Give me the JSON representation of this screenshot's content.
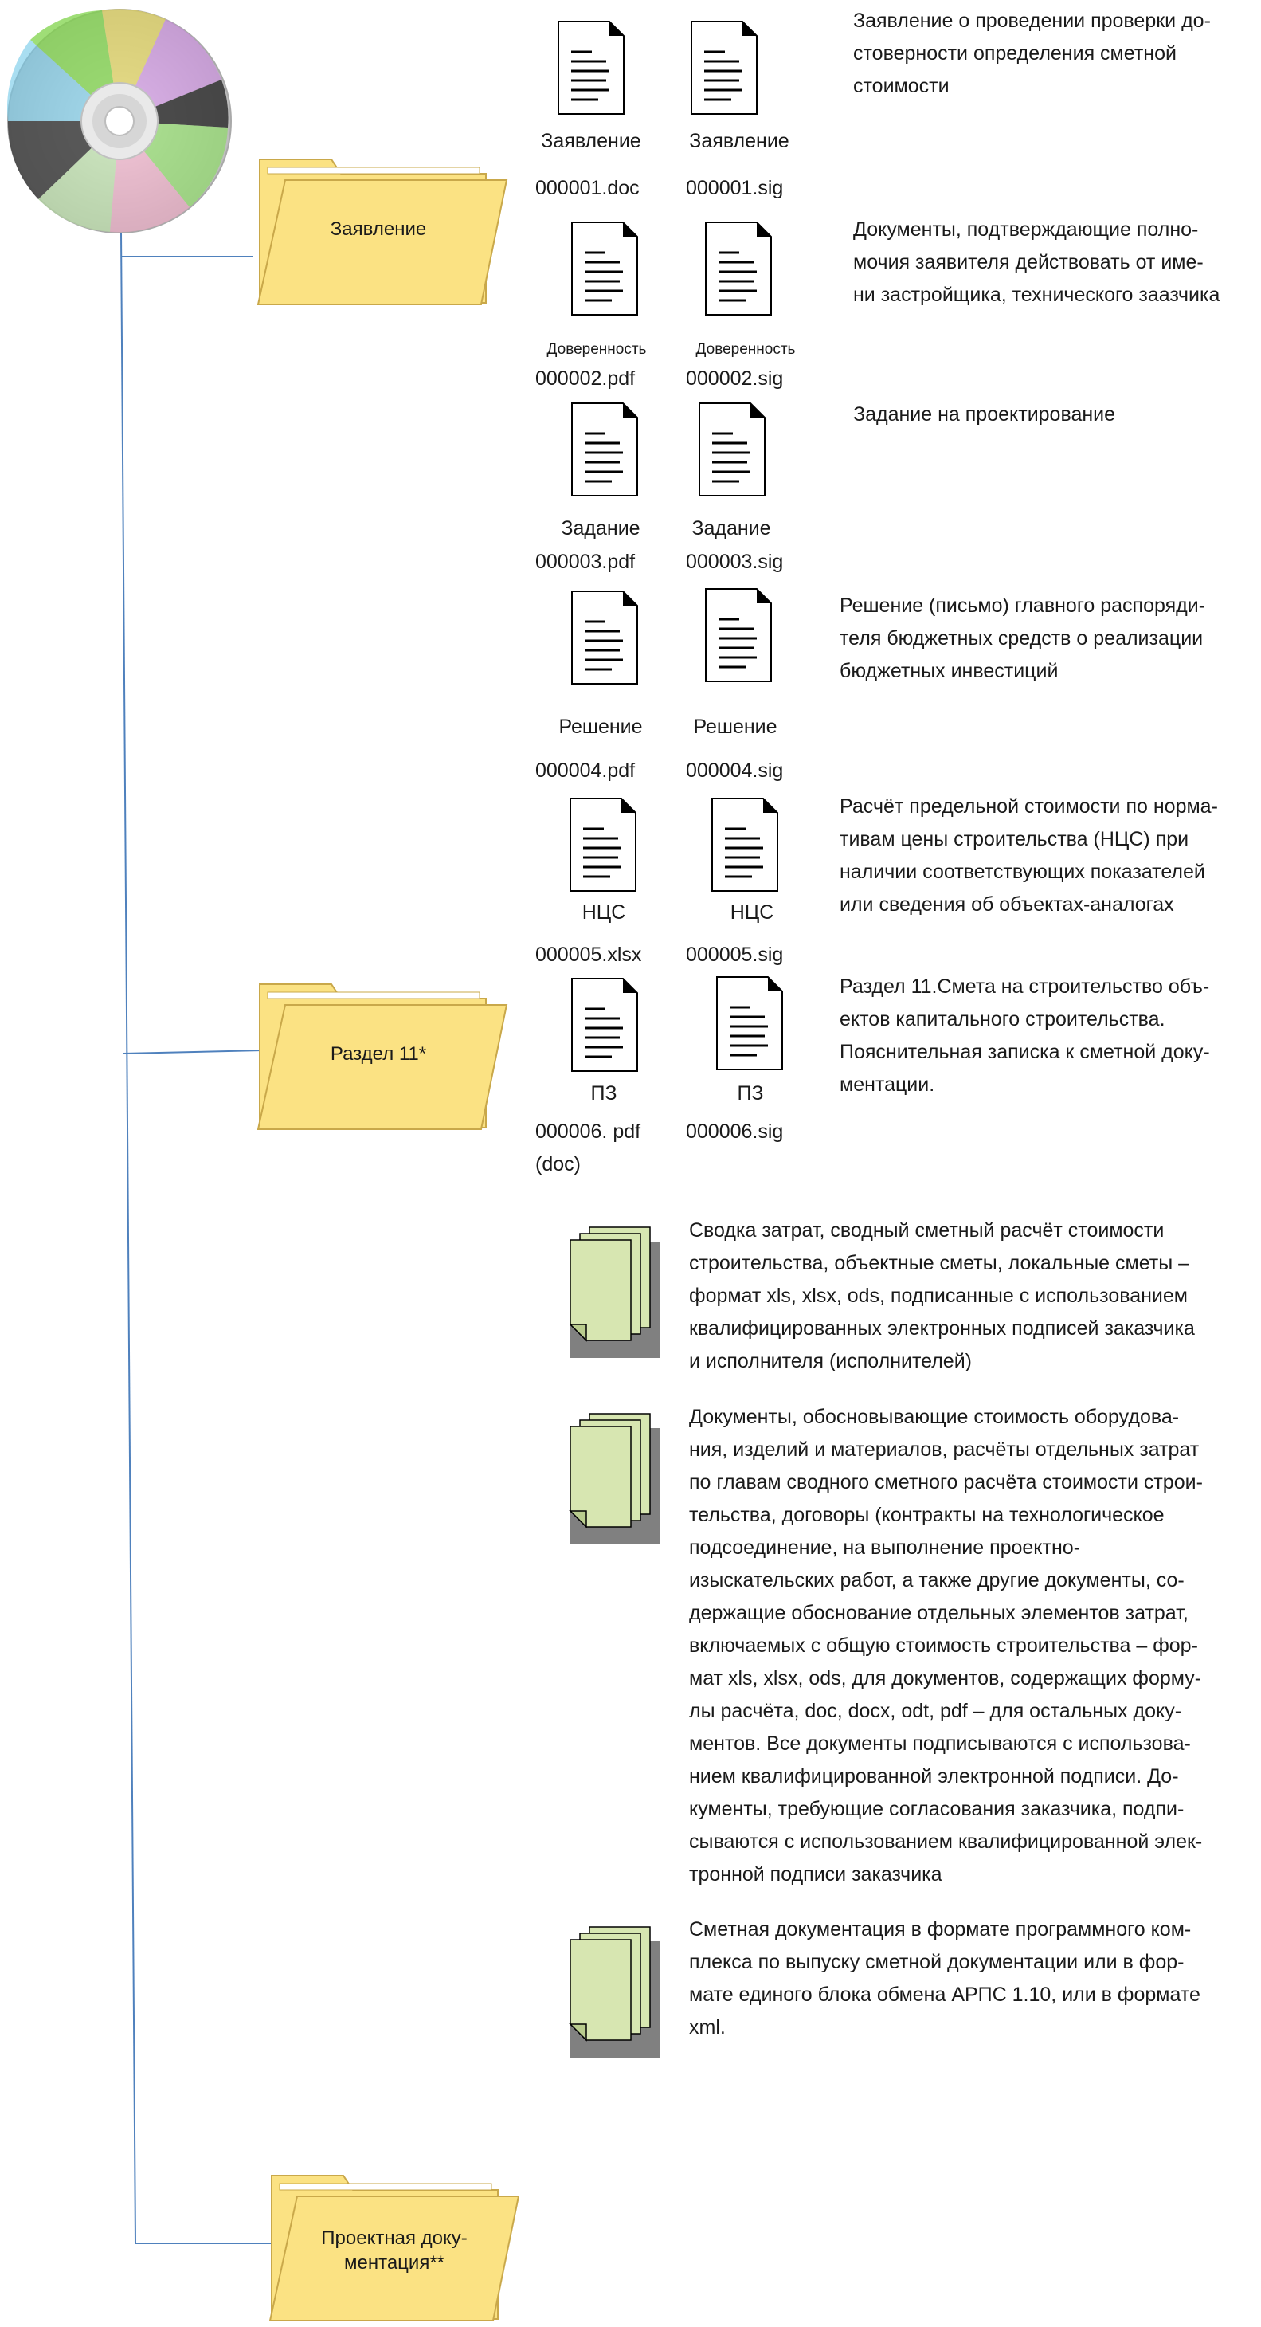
{
  "folders": [
    {
      "label": "Заявление"
    },
    {
      "label": "Раздел 11*"
    },
    {
      "label": "Проектная доку-\nментация**"
    }
  ],
  "files": [
    {
      "name": "Заявление",
      "file": "000001.doc"
    },
    {
      "name": "Заявление",
      "file": "000001.sig"
    },
    {
      "name": "Доверенность",
      "file": "000002.pdf"
    },
    {
      "name": "Доверенность",
      "file": "000002.sig"
    },
    {
      "name": "Задание",
      "file": "000003.pdf"
    },
    {
      "name": "Задание",
      "file": "000003.sig"
    },
    {
      "name": "Решение",
      "file": "000004.pdf"
    },
    {
      "name": "Решение",
      "file": "000004.sig"
    },
    {
      "name": "НЦС",
      "file": "000005.xlsx"
    },
    {
      "name": "НЦС",
      "file": "000005.sig"
    },
    {
      "name": "ПЗ",
      "file": "000006. pdf\n(doc)"
    },
    {
      "name": "ПЗ",
      "file": "000006.sig"
    }
  ],
  "descriptions": [
    "Заявление о проведении проверки до-\nстоверности определения сметной\nстоимости",
    "Документы, подтверждающие полно-\nмочия  заявителя действовать от име-\nни застройщика, технического заазчика",
    "Задание на проектирование",
    "Решение (письмо) главного распоряди-\nтеля бюджетных средств о реализации\nбюджетных инвестиций",
    "Расчёт предельной стоимости по норма-\nтивам цены строительства (НЦС) при\nналичии соответствующих показателей\nили сведения об объектах-аналогах",
    "Раздел 11.Смета на строительство объ-\nектов капитального строительства.\nПояснительная записка к сметной доку-\nментации."
  ],
  "groups": [
    "Сводка затрат, сводный сметный расчёт стоимости\nстроительства, объектные сметы, локальные сметы –\nформат xls, xlsx, ods, подписанные с использованием\nквалифицированных электронных подписей заказчика\nи исполнителя (исполнителей)",
    "Документы, обосновывающие стоимость оборудова-\nния, изделий и материалов, расчёты отдельных затрат\nпо главам сводного сметного расчёта стоимости строи-\nтельства, договоры (контракты на технологическое\nподсоединение, на выполнение проектно-\nизыскательских работ, а также другие документы, со-\nдержащие обоснование отдельных элементов затрат,\nвключаемых с общую стоимость строительства – фор-\nмат xls, xlsx, ods, для документов, содержащих форму-\nлы расчёта, doc, docx, odt, pdf – для остальных доку-\nментов. Все документы подписываются с использова-\nнием квалифицированной электронной подписи.  До-\nкументы, требующие согласования заказчика, подпи-\nсываются с использованием квалифицированной элек-\nтронной подписи заказчика",
    "Сметная документация в формате программного ком-\nплекса по выпуску сметной документации или в фор-\nмате единого блока обмена АРПС 1.10, или в формате\nxml."
  ],
  "colors": {
    "tree_line": "#4f81bd",
    "folder_fill": "#fbe283",
    "folder_stroke": "#c9a84a",
    "stack_fill": "#d7e6b1",
    "shadow": "#808080"
  }
}
